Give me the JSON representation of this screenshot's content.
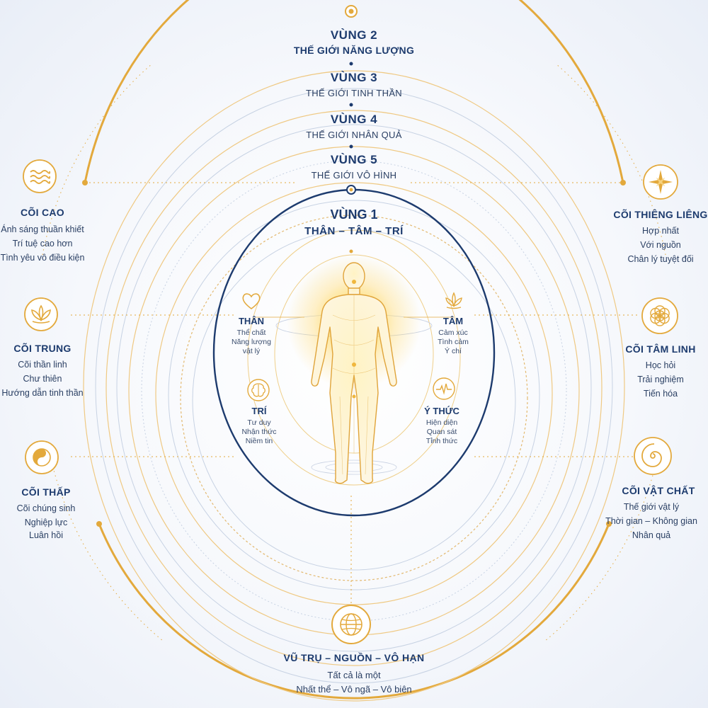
{
  "zones": {
    "zone2": {
      "title": "VÙNG 2",
      "subtitle": "THẾ GIỚI NĂNG LƯỢNG"
    },
    "zone3": {
      "title": "VÙNG 3",
      "subtitle": "THẾ GIỚI TINH THẦN"
    },
    "zone4": {
      "title": "VÙNG 4",
      "subtitle": "THẾ GIỚI NHÂN QUẢ"
    },
    "zone5": {
      "title": "VÙNG 5",
      "subtitle": "THẾ GIỚI VÔ HÌNH"
    },
    "zone1": {
      "title": "VÙNG 1",
      "subtitle": "THÂN – TÂM – TRÍ"
    }
  },
  "realms_left": [
    {
      "title": "CÕI CAO",
      "icon": "water-waves-icon",
      "lines": [
        "Ánh sáng thuần khiết",
        "Trí tuệ cao hơn",
        "Tình yêu vô điều kiện"
      ]
    },
    {
      "title": "CÕI TRUNG",
      "icon": "lotus-icon",
      "lines": [
        "Cõi thần linh",
        "Chư thiên",
        "Hướng dẫn tinh thần"
      ]
    },
    {
      "title": "CÕI THẤP",
      "icon": "yin-yang-icon",
      "lines": [
        "Cõi chúng sinh",
        "Nghiệp lực",
        "Luân hồi"
      ]
    }
  ],
  "realms_right": [
    {
      "title": "CÕI THIÊNG LIÊNG",
      "icon": "star-icon",
      "lines": [
        "Hợp nhất",
        "Với nguồn",
        "Chân lý tuyệt đối"
      ]
    },
    {
      "title": "CÕI TÂM LINH",
      "icon": "flower-of-life-icon",
      "lines": [
        "Học hỏi",
        "Trải nghiệm",
        "Tiến hóa"
      ]
    },
    {
      "title": "CÕI VẬT CHẤT",
      "icon": "spiral-icon",
      "lines": [
        "Thế giới vật lý",
        "Thời gian – Không gian",
        "Nhân quả"
      ]
    }
  ],
  "aspects": {
    "than": {
      "title": "THÂN",
      "icon": "heart-icon",
      "lines": [
        "Thể chất",
        "Năng lượng",
        "vật lý"
      ]
    },
    "tam": {
      "title": "TÂM",
      "icon": "lotus-small-icon",
      "lines": [
        "Cảm xúc",
        "Tình cảm",
        "Ý chí"
      ]
    },
    "tri": {
      "title": "TRÍ",
      "icon": "brain-icon",
      "lines": [
        "Tư duy",
        "Nhận thức",
        "Niềm tin"
      ]
    },
    "ythuc": {
      "title": "Ý THỨC",
      "icon": "heartbeat-icon",
      "lines": [
        "Hiện diện",
        "Quan sát",
        "Tỉnh thức"
      ]
    }
  },
  "bottom": {
    "title": "VŨ TRỤ – NGUỒN – VÔ HẠN",
    "icon": "globe-icon",
    "lines": [
      "Tất cả là một",
      "Nhất thể – Vô ngã – Vô biên"
    ]
  },
  "colors": {
    "gold": "#e0a83a",
    "navy": "#1d3b6e",
    "light_gold": "#f0cf86"
  }
}
